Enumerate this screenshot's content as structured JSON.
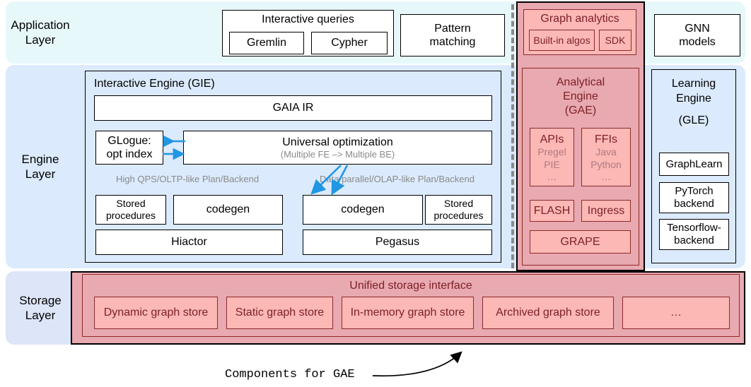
{
  "layers": {
    "application": {
      "label": "Application\nLayer",
      "label_l1": "Application",
      "label_l2": "Layer"
    },
    "engine": {
      "label_l1": "Engine",
      "label_l2": "Layer"
    },
    "storage": {
      "label_l1": "Storage",
      "label_l2": "Layer"
    }
  },
  "application": {
    "interactive_queries": {
      "title": "Interactive queries",
      "items": [
        "Gremlin",
        "Cypher"
      ]
    },
    "pattern_matching": "Pattern\nmatching",
    "pattern_matching_l1": "Pattern",
    "pattern_matching_l2": "matching",
    "graph_analytics": {
      "title": "Graph analytics",
      "items": [
        "Built-in algos",
        "SDK"
      ]
    },
    "gnn_models_l1": "GNN",
    "gnn_models_l2": "models"
  },
  "engine": {
    "gie": {
      "title": "Interactive Engine (GIE)",
      "gaia_ir": "GAIA IR",
      "glogue_l1": "GLogue:",
      "glogue_l2": "opt index",
      "universal_opt_title": "Universal optimization",
      "universal_opt_sub": "(Multiple FE –> Multiple BE)",
      "left_note": "High QPS/OLTP-like Plan/Backend",
      "right_note": "Data parallel/OLAP-like Plan/Backend",
      "left_stored_l1": "Stored",
      "left_stored_l2": "procedures",
      "left_codegen": "codegen",
      "right_codegen": "codegen",
      "right_stored_l1": "Stored",
      "right_stored_l2": "procedures",
      "hiactor": "Hiactor",
      "pegasus": "Pegasus"
    },
    "gae": {
      "title_l1": "Analytical",
      "title_l2": "Engine",
      "title_l3": "(GAE)",
      "apis": {
        "title": "APIs",
        "lines": [
          "Pregel",
          "PIE",
          "…"
        ]
      },
      "ffis": {
        "title": "FFIs",
        "lines": [
          "Java",
          "Python",
          "…"
        ]
      },
      "flash": "FLASH",
      "ingress": "Ingress",
      "grape": "GRAPE"
    },
    "gle": {
      "title_l1": "Learning",
      "title_l2": "Engine",
      "title_l3": "(GLE)",
      "items": [
        "GraphLearn",
        "PyTorch\nbackend",
        "Tensorflow-\nbackend"
      ],
      "graphlearn": "GraphLearn",
      "pytorch_l1": "PyTorch",
      "pytorch_l2": "backend",
      "tensorflow_l1": "Tensorflow-",
      "tensorflow_l2": "backend"
    }
  },
  "storage": {
    "title": "Unified storage interface",
    "stores": [
      "Dynamic graph store",
      "Static graph store",
      "In-memory graph store",
      "Archived graph store",
      "…"
    ]
  },
  "caption": {
    "text": "Components for GAE"
  },
  "colors": {
    "app_band": "#e7f8fb",
    "engine_band": "#dbeafc",
    "storage_band": "#dde6f8",
    "pink_dark": "#e8a9b0",
    "pink_light": "#fbb8b5",
    "pink_border": "#8e2a2a",
    "pink_text": "#7d1f26",
    "arrow_blue": "#2196e3",
    "note_gray": "#8a8a8a",
    "dashed_gray": "#8a8a8a"
  }
}
